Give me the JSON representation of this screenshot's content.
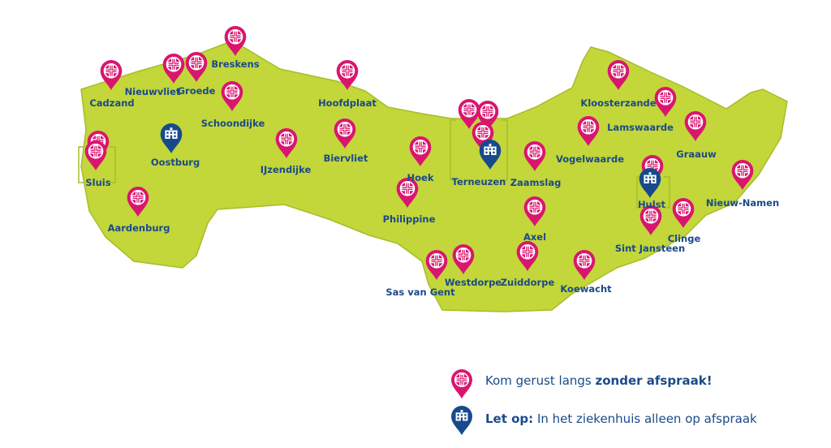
{
  "colors": {
    "land": "#c3d63a",
    "land_stroke": "#a7bd2a",
    "pin_pink": "#d9166f",
    "pin_blue": "#174a8c",
    "label_blue": "#1a4a8a"
  },
  "places": [
    {
      "name": "Breskens",
      "pin": "pink"
    },
    {
      "name": "Cadzand",
      "pin": "pink"
    },
    {
      "name": "Nieuwvliet",
      "pin": "pink"
    },
    {
      "name": "Groede",
      "pin": "pink"
    },
    {
      "name": "Schoondijke",
      "pin": "pink"
    },
    {
      "name": "Hoofdplaat",
      "pin": "pink"
    },
    {
      "name": "Oostburg",
      "pin": "blue-hospital"
    },
    {
      "name": "Sluis",
      "pin": "pink"
    },
    {
      "name": "IJzendijke",
      "pin": "pink"
    },
    {
      "name": "Biervliet",
      "pin": "pink"
    },
    {
      "name": "Aardenburg",
      "pin": "pink"
    },
    {
      "name": "Hoek",
      "pin": "pink"
    },
    {
      "name": "Philippine",
      "pin": "pink"
    },
    {
      "name": "Terneuzen",
      "pin": "blue-hospital"
    },
    {
      "name": "Zaamslag",
      "pin": "pink"
    },
    {
      "name": "Vogelwaarde",
      "pin": "pink"
    },
    {
      "name": "Kloosterzande",
      "pin": "pink"
    },
    {
      "name": "Lamswaarde",
      "pin": "pink"
    },
    {
      "name": "Graauw",
      "pin": "pink"
    },
    {
      "name": "Hulst",
      "pin": "blue-hospital"
    },
    {
      "name": "Nieuw-Namen",
      "pin": "pink"
    },
    {
      "name": "Clinge",
      "pin": "pink"
    },
    {
      "name": "Sint Jansteen",
      "pin": "pink"
    },
    {
      "name": "Axel",
      "pin": "pink"
    },
    {
      "name": "Sas van Gent",
      "pin": "pink"
    },
    {
      "name": "Westdorpe",
      "pin": "pink"
    },
    {
      "name": "Zuiddorpe",
      "pin": "pink"
    },
    {
      "name": "Koewacht",
      "pin": "pink"
    }
  ],
  "legend": {
    "walk_in_prefix": "Kom gerust langs ",
    "walk_in_bold": "zonder afspraak!",
    "hospital_bold": "Let op:",
    "hospital_rest": " In het ziekenhuis alleen op afspraak"
  }
}
